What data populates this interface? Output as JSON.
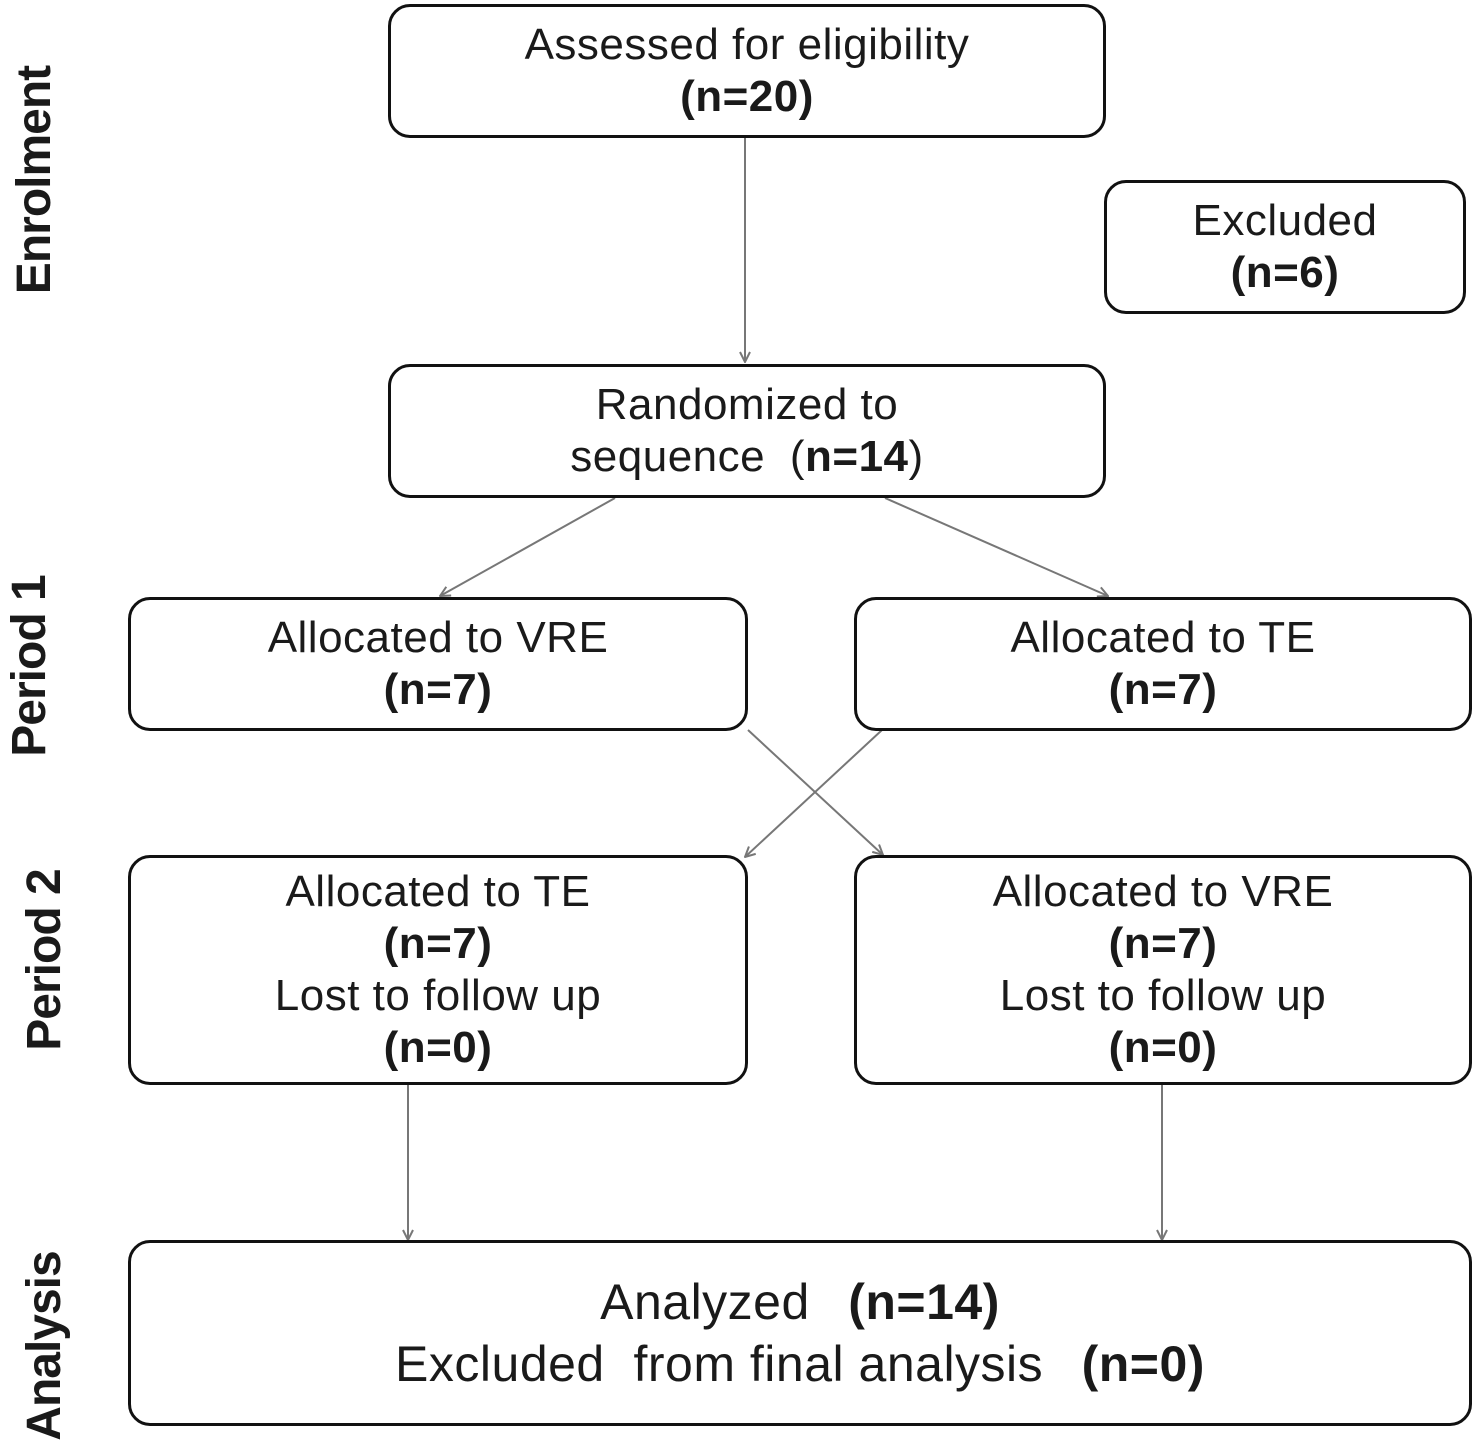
{
  "stages": {
    "enrolment": "Enrolment",
    "period1": "Period 1",
    "period2": "Period 2",
    "analysis": "Analysis"
  },
  "boxes": {
    "assessed": {
      "label": "Assessed for eligibility",
      "count": "(n=20)"
    },
    "excluded": {
      "label": "Excluded",
      "count": "(n=6)"
    },
    "randomized": {
      "label_line1": "Randomized to",
      "label_line2": "sequence",
      "open_paren": "(",
      "count": "n=14",
      "close_paren": ")"
    },
    "p1_vre": {
      "label": "Allocated to VRE",
      "count": "(n=7)"
    },
    "p1_te": {
      "label": "Allocated to TE",
      "count": "(n=7)"
    },
    "p2_te": {
      "label": "Allocated to TE",
      "count": "(n=7)",
      "lost_label": "Lost to follow up",
      "lost_count": "(n=0)"
    },
    "p2_vre": {
      "label": "Allocated to VRE",
      "count": "(n=7)",
      "lost_label": "Lost to follow up",
      "lost_count": "(n=0)"
    },
    "analysis": {
      "analyzed_label": "Analyzed",
      "analyzed_count": "(n=14)",
      "excluded_label": "Excluded  from final analysis",
      "excluded_count": "(n=0)"
    }
  },
  "colors": {
    "border": "#111111",
    "arrow": "#777777",
    "text": "#1a1a1a"
  }
}
